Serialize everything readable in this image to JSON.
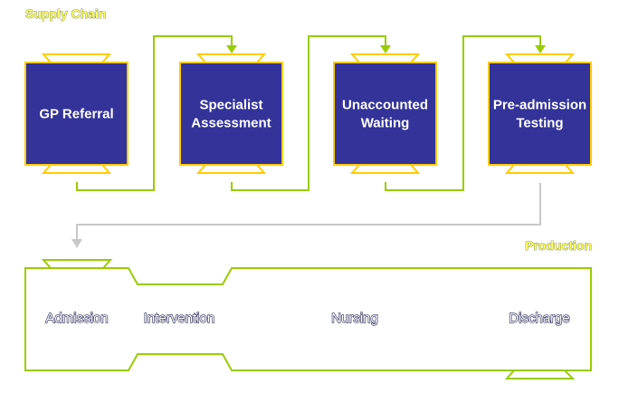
{
  "sections": {
    "supply_chain": "Supply Chain",
    "production": "Production"
  },
  "supply_chain_boxes": [
    {
      "line1": "GP Referral",
      "line2": ""
    },
    {
      "line1": "Specialist",
      "line2": "Assessment"
    },
    {
      "line1": "Unaccounted",
      "line2": "Waiting"
    },
    {
      "line1": "Pre-admission",
      "line2": "Testing"
    }
  ],
  "production_stages": [
    "Admission",
    "Intervention",
    "Nursing",
    "Discharge"
  ],
  "colors": {
    "box_fill": "#333399",
    "box_border": "#ffcc00",
    "connector": "#99cc00",
    "transition_arrow": "#c0c0c0",
    "pipeline_border": "#99cc00"
  }
}
